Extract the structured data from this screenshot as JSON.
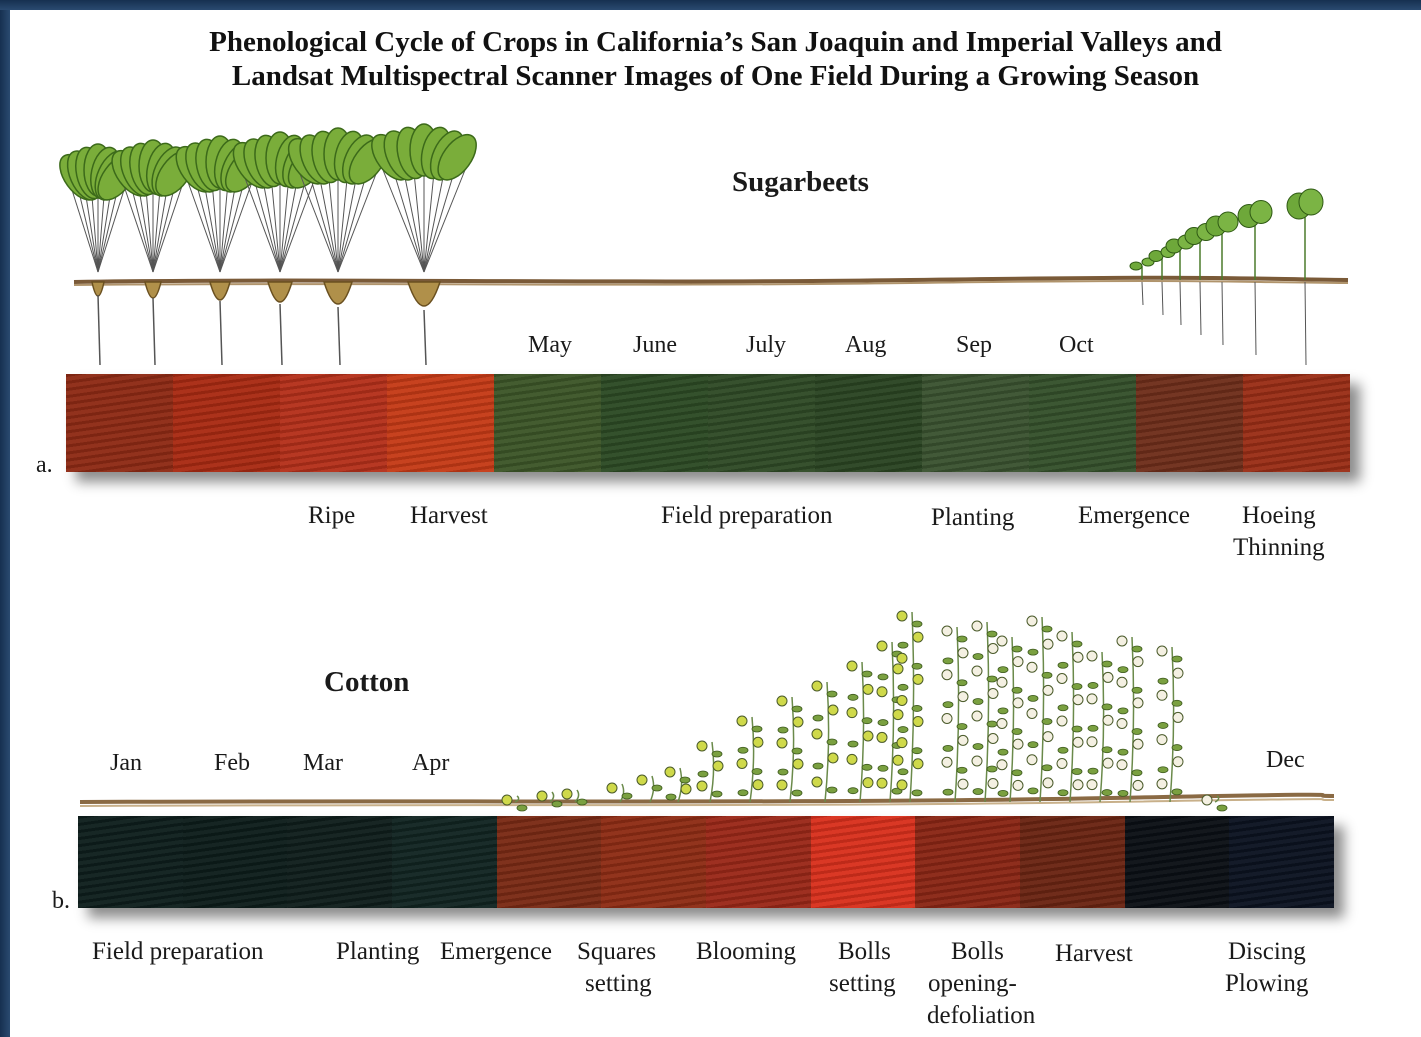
{
  "title_line1": "Phenological Cycle of Crops in California’s San Joaquin and Imperial Valleys and",
  "title_line2": "Landsat Multispectral Scanner Images of One Field During a Growing Season",
  "sugarbeets": {
    "label": "Sugarbeets",
    "panel_letter": "a.",
    "months": [
      "May",
      "June",
      "July",
      "Aug",
      "Sep",
      "Oct"
    ],
    "stages": {
      "ripe": "Ripe",
      "harvest": "Harvest",
      "field_prep": "Field preparation",
      "planting": "Planting",
      "emergence": "Emergence",
      "hoeing": "Hoeing",
      "thinning": "Thinning"
    },
    "strip_colors": [
      "#8e2a14",
      "#a92a12",
      "#b4301a",
      "#c53a16",
      "#3c5528",
      "#2c4a24",
      "#2f4a26",
      "#2a4422",
      "#3a5230",
      "#34502b",
      "#6e2e1a",
      "#9a2e16"
    ]
  },
  "cotton": {
    "label": "Cotton",
    "panel_letter": "b.",
    "months": [
      "Jan",
      "Feb",
      "Mar",
      "Apr"
    ],
    "month_dec": "Dec",
    "stages": {
      "field_prep": "Field preparation",
      "planting": "Planting",
      "emergence": "Emergence",
      "squares": "Squares",
      "setting": "setting",
      "blooming": "Blooming",
      "bolls_setting_a": "Bolls",
      "bolls_setting_b": "setting",
      "bolls_opening_a": "Bolls",
      "bolls_opening_b": "opening-",
      "bolls_opening_c": "defoliation",
      "harvest": "Harvest",
      "discing": "Discing",
      "plowing": "Plowing"
    },
    "strip_colors": [
      "#0e1e1c",
      "#0d1c1a",
      "#0f1d1b",
      "#112421",
      "#7a2a14",
      "#8e2c14",
      "#9a2818",
      "#d8301c",
      "#8a2514",
      "#6a2412",
      "#0a0f14",
      "#0b1220"
    ]
  }
}
